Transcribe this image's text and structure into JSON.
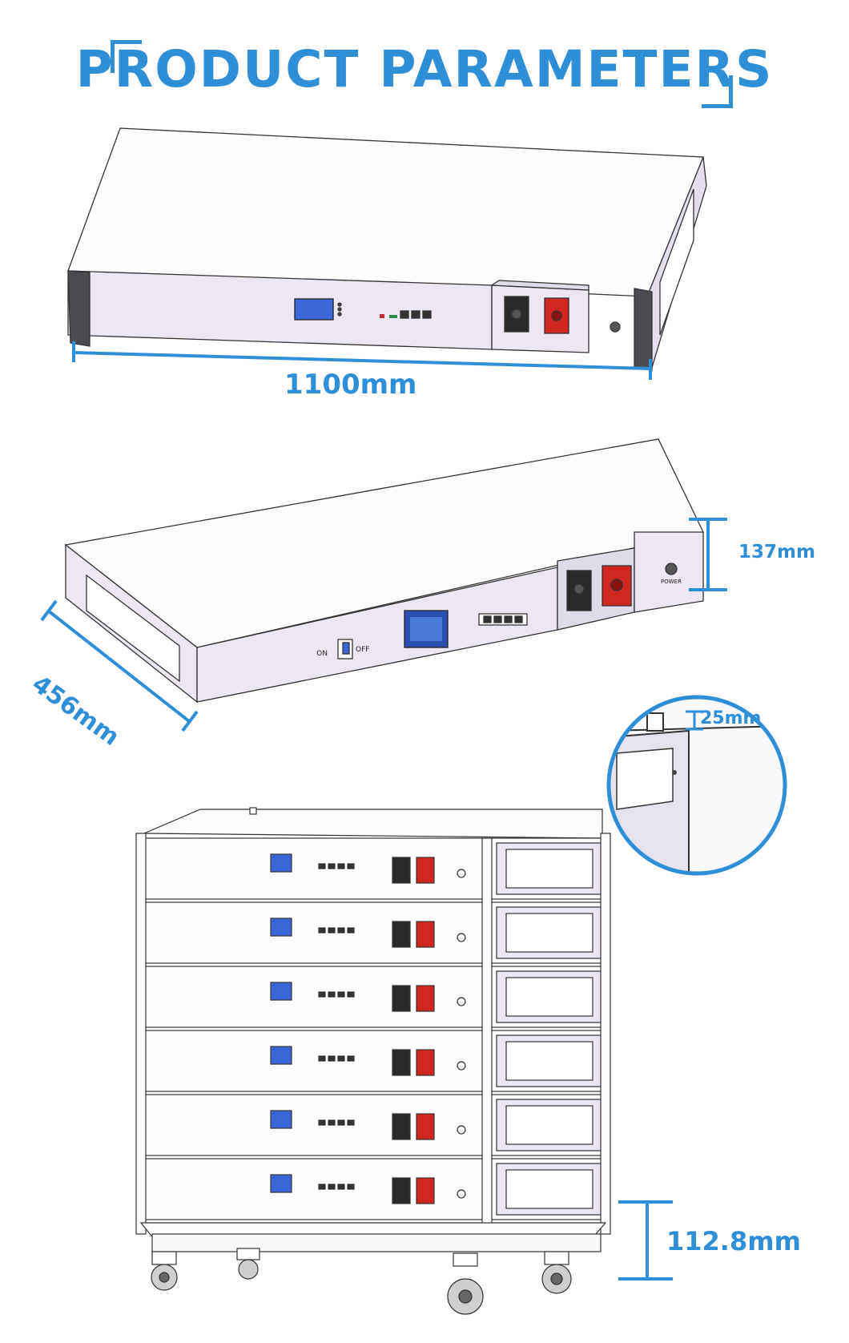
{
  "title": "PRODUCT PARAMETERS",
  "dimensions": {
    "length": "1100mm",
    "height": "137mm",
    "depth": "456mm",
    "gap": "25mm",
    "base_height": "112.8mm"
  },
  "panel_labels": {
    "on": "ON",
    "off": "OFF",
    "power": "POWER"
  },
  "colors": {
    "accent": "#2e8fd6",
    "case_lavender": "#ece7f2",
    "terminal_red": "#d02820",
    "terminal_black": "#2a2a2a",
    "lcd_blue": "#3a66d8"
  }
}
